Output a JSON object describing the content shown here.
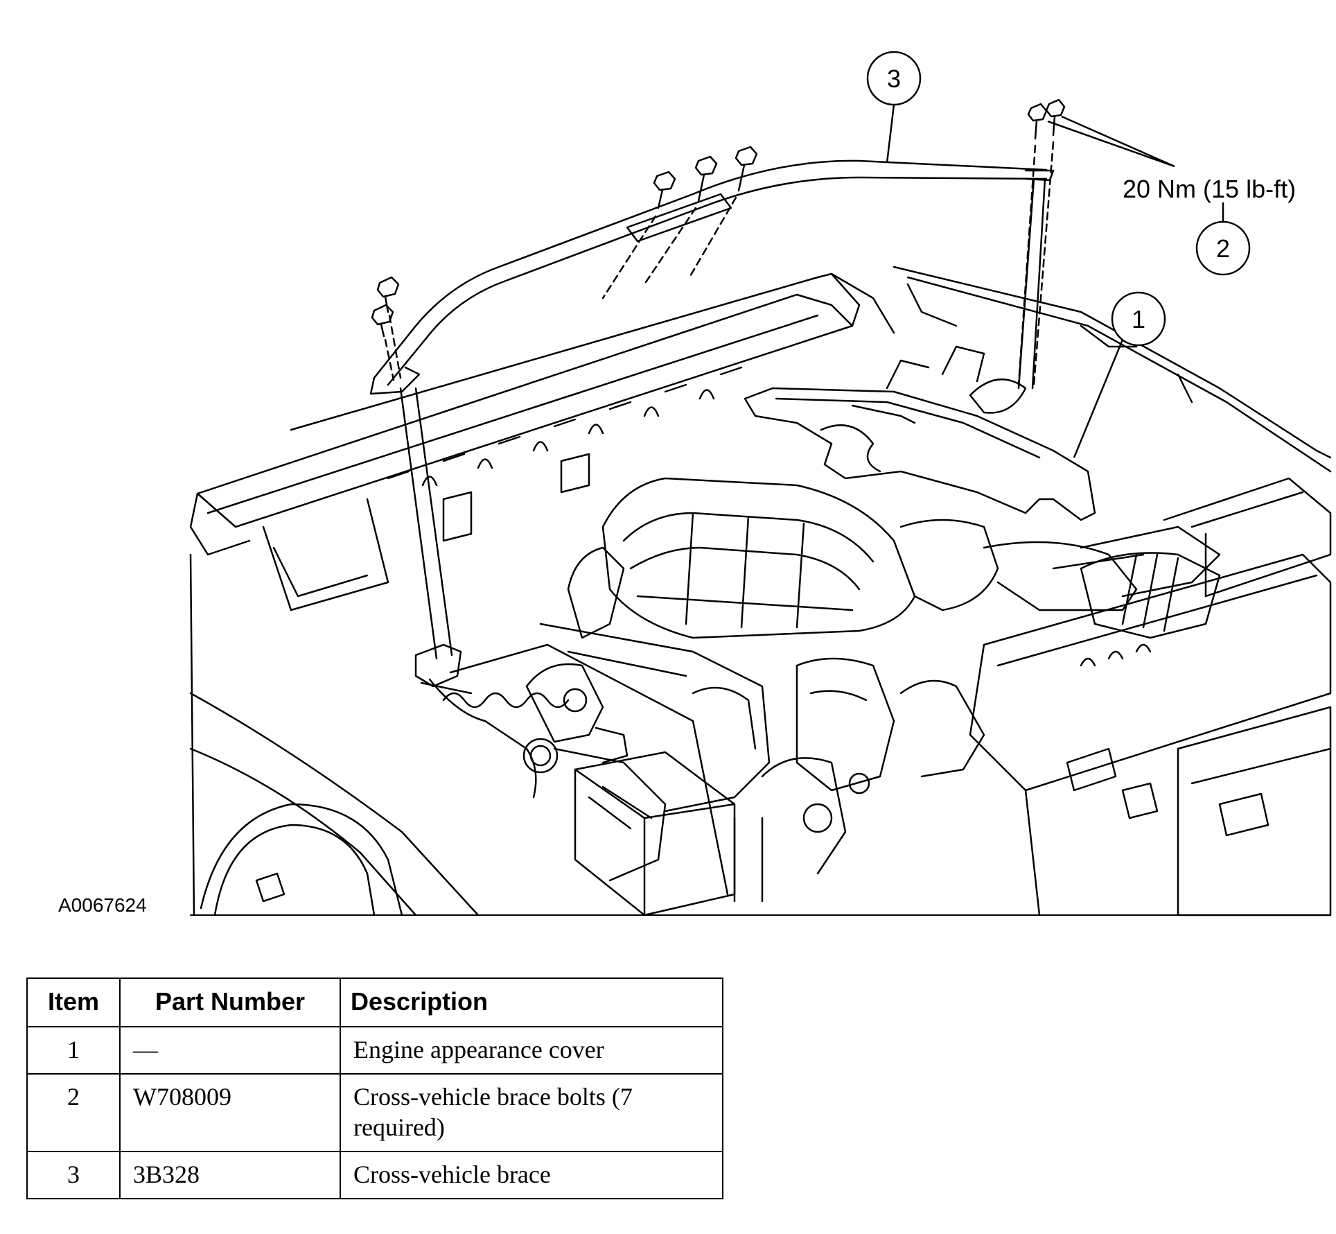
{
  "figure": {
    "figure_id": "A0067624",
    "torque_spec": "20 Nm (15 lb-ft)",
    "callouts": [
      {
        "number": "1",
        "target": "Engine appearance cover"
      },
      {
        "number": "2",
        "target": "Cross-vehicle brace bolts"
      },
      {
        "number": "3",
        "target": "Cross-vehicle brace"
      }
    ]
  },
  "parts_table": {
    "headers": {
      "item": "Item",
      "part_number": "Part Number",
      "description": "Description"
    },
    "rows": [
      {
        "item": "1",
        "part_number": "—",
        "description": "Engine appearance cover"
      },
      {
        "item": "2",
        "part_number": "W708009",
        "description": "Cross-vehicle brace bolts (7 required)"
      },
      {
        "item": "3",
        "part_number": "3B328",
        "description": "Cross-vehicle brace"
      }
    ]
  }
}
